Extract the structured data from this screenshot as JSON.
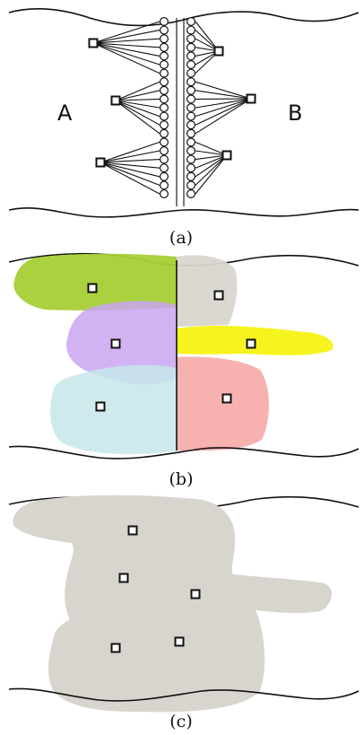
{
  "panels": [
    {
      "id": "a",
      "caption": "(a)",
      "side_labels": [
        "A",
        "B"
      ]
    },
    {
      "id": "b",
      "caption": "(b)",
      "region_colors": [
        "#a6cf35",
        "#c9a6f2",
        "#c7e6ea",
        "#d8d6cf",
        "#f5f312",
        "#f7a8a8"
      ]
    },
    {
      "id": "c",
      "caption": "(c)",
      "region_color": "#d7d5ce"
    }
  ]
}
